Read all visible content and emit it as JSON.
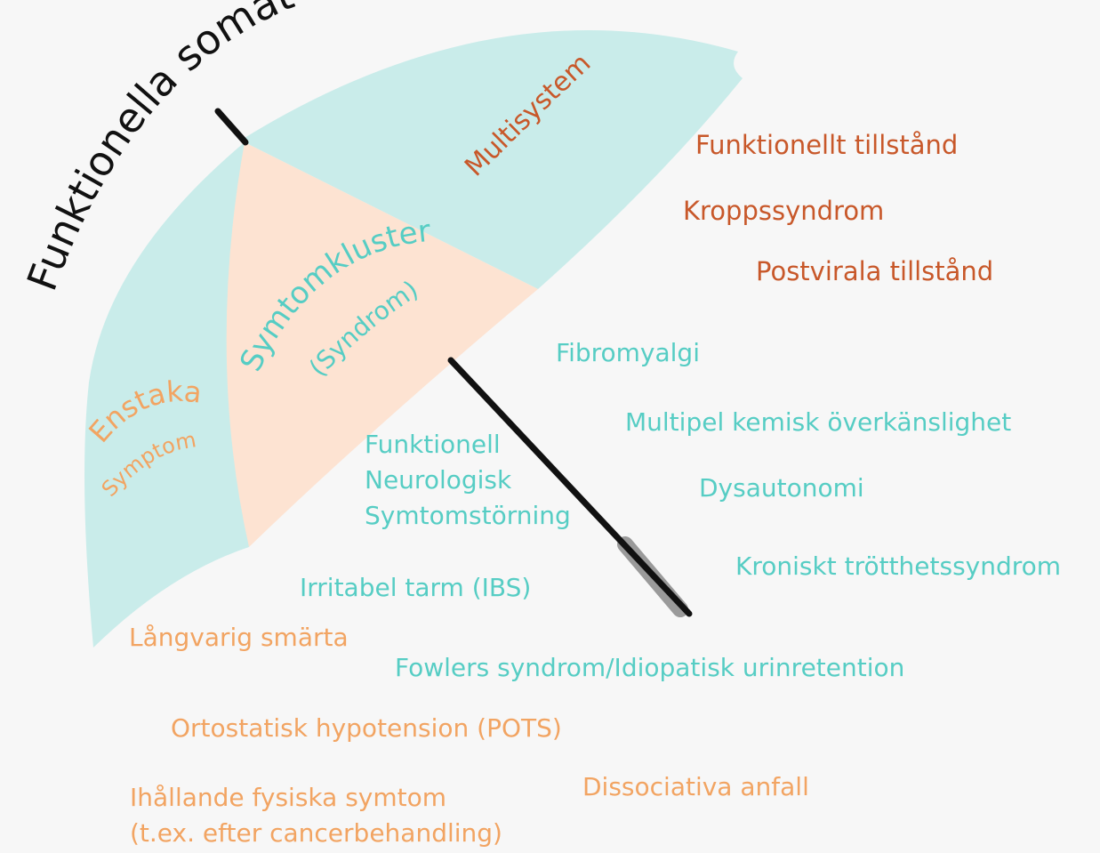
{
  "title": "Funktionella somatiska syndrom",
  "colors": {
    "background": "#f7f7f7",
    "canopy_outer": "#c9ecea",
    "canopy_inner": "#fde3d2",
    "teal_text": "#56cdc4",
    "orange_text": "#f2a462",
    "rust_text": "#c8582a",
    "handle": "#111111"
  },
  "umbrella": {
    "outer_label": "Multisystem",
    "middle_label": "Symtomkluster",
    "middle_sublabel": "(Syndrom)",
    "inner_label": "Enstaka",
    "inner_sublabel": "Symptom"
  },
  "conditions": {
    "multisystem": [
      "Funktionellt tillstånd",
      "Kroppssyndrom",
      "Postvirala tillstånd"
    ],
    "syndrome": [
      "Fibromyalgi",
      "Multipel kemisk överkänslighet",
      "Funktionell\nNeurologisk\nSymtomstörning",
      "Dysautonomi",
      "Kroniskt trötthetssyndrom",
      "Irritabel tarm (IBS)",
      "Fowlers syndrom/Idiopatisk urinretention"
    ],
    "single": [
      "Långvarig smärta",
      "Ortostatisk hypotension  (POTS)",
      "Dissociativa anfall",
      "Ihållande fysiska symtom\n(t.ex. efter cancerbehandling)"
    ]
  }
}
